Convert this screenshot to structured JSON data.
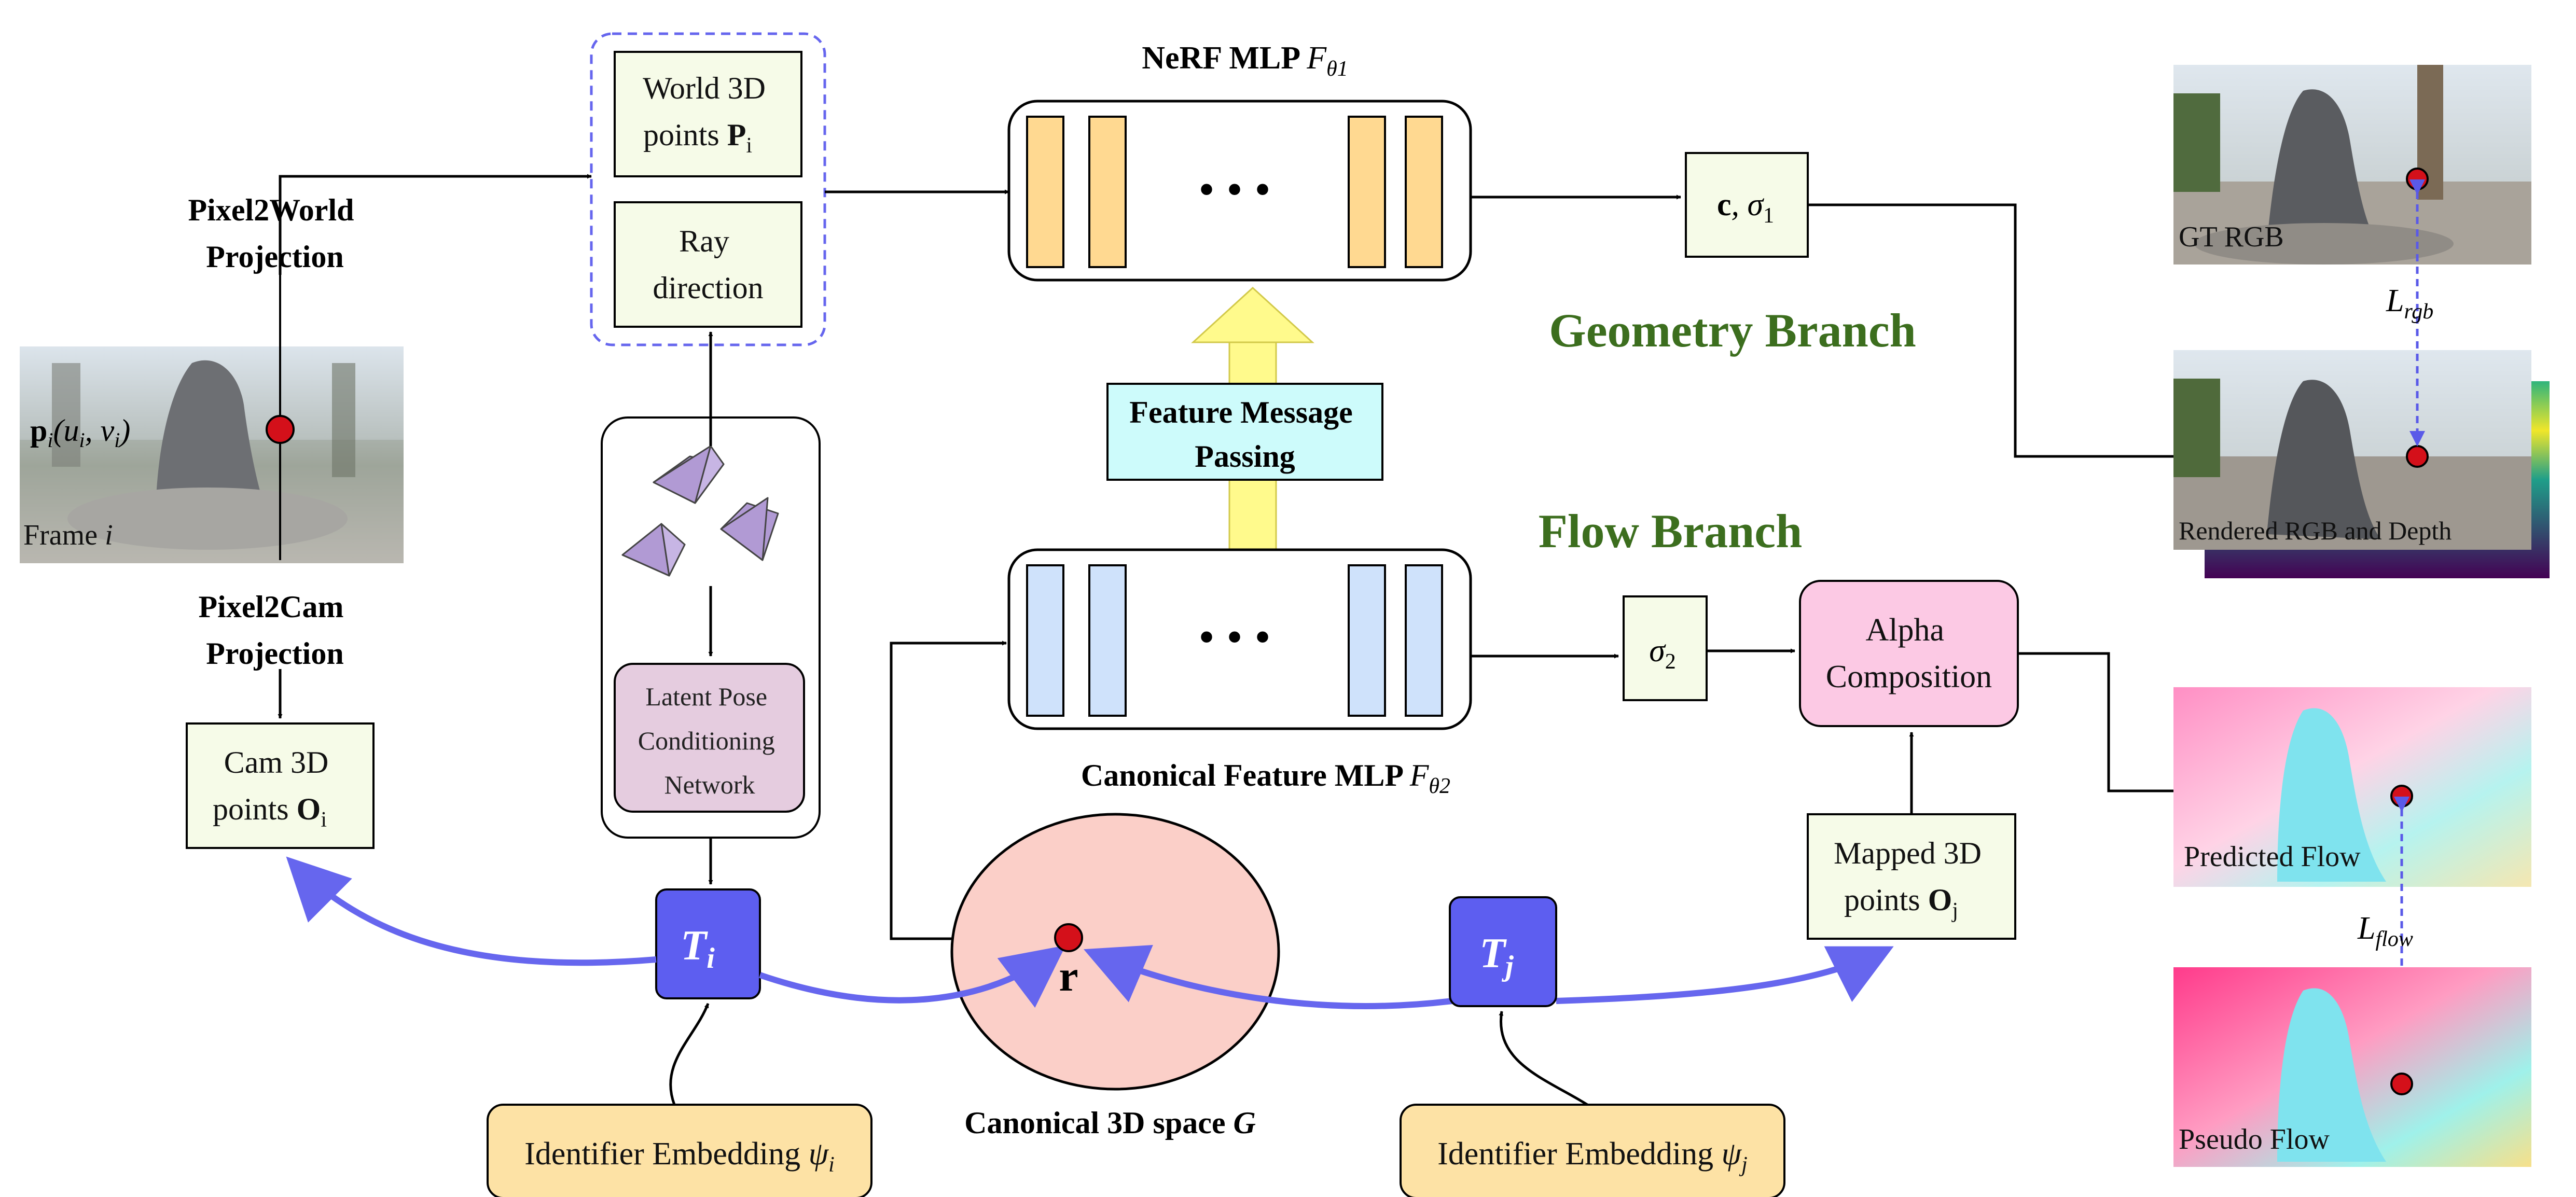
{
  "labels": {
    "pixel2world": [
      "Pixel2World",
      "Projection"
    ],
    "pixel2cam": [
      "Pixel2Cam",
      "Projection"
    ],
    "pixel_point": "p",
    "pixel_point_sub": "i",
    "pixel_point_args": "(u",
    "pixel_point_args2": ", v",
    "pixel_point_close": ")",
    "frame_label": "Frame ",
    "frame_index": "i",
    "cam_points": [
      "Cam 3D",
      "points "
    ],
    "cam_points_sym": "O",
    "cam_points_sub": "i",
    "world_points": [
      "World 3D",
      "points "
    ],
    "world_points_sym": "P",
    "world_points_sub": "i",
    "ray_direction": [
      "Ray",
      "direction"
    ],
    "latent_pose": [
      "Latent Pose",
      "Conditioning",
      "Network"
    ],
    "nerf_title": "NeRF MLP ",
    "nerf_sym": "F",
    "nerf_sub": "θ1",
    "dots": "• • •",
    "feature_message": [
      "Feature Message",
      "Passing"
    ],
    "canonical_mlp_title": "Canonical Feature MLP ",
    "canonical_mlp_sym": "F",
    "canonical_mlp_sub": "θ2",
    "c_sigma1": "c",
    "c_sigma1_rest": ", σ",
    "c_sigma1_sub": "1",
    "sigma2": "σ",
    "sigma2_sub": "2",
    "alpha_comp": [
      "Alpha",
      "Composition"
    ],
    "mapped_points": [
      "Mapped 3D",
      "points "
    ],
    "mapped_points_sym": "O",
    "mapped_points_sub": "j",
    "geometry_branch": "Geometry Branch",
    "flow_branch": "Flow Branch",
    "ti": "T",
    "ti_sub": "i",
    "tj": "T",
    "tj_sub": "j",
    "r_point": "r",
    "canonical_space": "Canonical 3D space ",
    "canonical_space_sym": "G",
    "identifier_i": "Identifier Embedding ",
    "identifier_i_sym": "ψ",
    "identifier_i_sub": "i",
    "identifier_j": "Identifier Embedding ",
    "identifier_j_sym": "ψ",
    "identifier_j_sub": "j",
    "gt_rgb": "GT RGB",
    "rendered_rgb": "Rendered RGB and Depth",
    "predicted_flow": "Predicted Flow",
    "pseudo_flow": "Pseudo Flow",
    "l_rgb": "L",
    "l_rgb_sub": "rgb",
    "l_flow": "L",
    "l_flow_sub": "flow"
  },
  "colors": {
    "nerf_bar": "#ffd991",
    "canon_bar": "#cfe2fb",
    "box_fill": "#f6fbe8",
    "ti_fill": "#5d5ef0",
    "alpha_fill": "#fcc9e4",
    "latent_fill": "#e5ccdf",
    "identifier_fill": "#fde2a5",
    "feature_fill": "#cdfbfb",
    "sphere_fill": "#fbcfc8",
    "branch_green": "#3c6e1e",
    "point_red": "#d4101a",
    "curve_blue": "#6666ee"
  },
  "icons": [
    "camera-pyramid-icon",
    "red-point-marker"
  ]
}
